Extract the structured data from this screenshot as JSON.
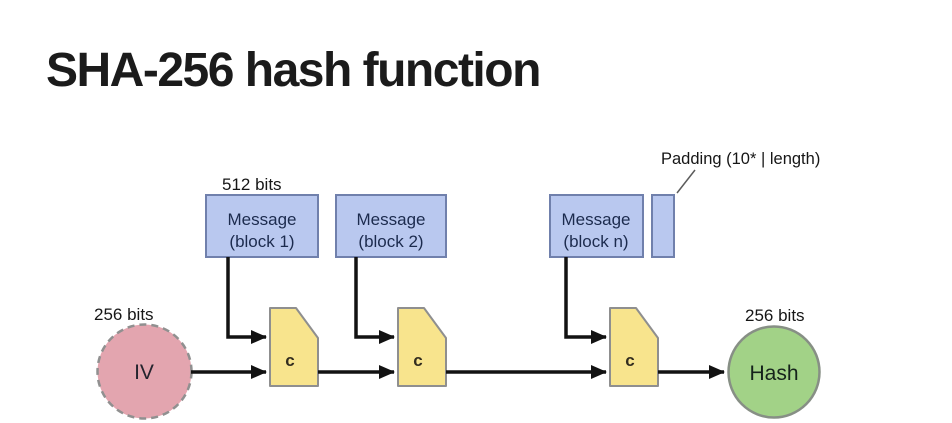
{
  "title": "SHA-256 hash function",
  "labels": {
    "bits_512": "512 bits",
    "bits_256_left": "256 bits",
    "bits_256_right": "256 bits",
    "padding": "Padding (10* | length)"
  },
  "nodes": {
    "iv_label": "IV",
    "hash_label": "Hash",
    "compress_label": "c",
    "message_blocks": [
      {
        "line1": "Message",
        "line2": "(block 1)"
      },
      {
        "line1": "Message",
        "line2": "(block 2)"
      },
      {
        "line1": "Message",
        "line2": "(block n)"
      }
    ]
  },
  "colors": {
    "message_fill": "#b9c8ef",
    "padding_fill": "#b9c8ef",
    "compress_fill": "#f8e48d",
    "iv_fill": "#e3a5af",
    "hash_fill": "#a2d287",
    "arrow": "#121212"
  }
}
